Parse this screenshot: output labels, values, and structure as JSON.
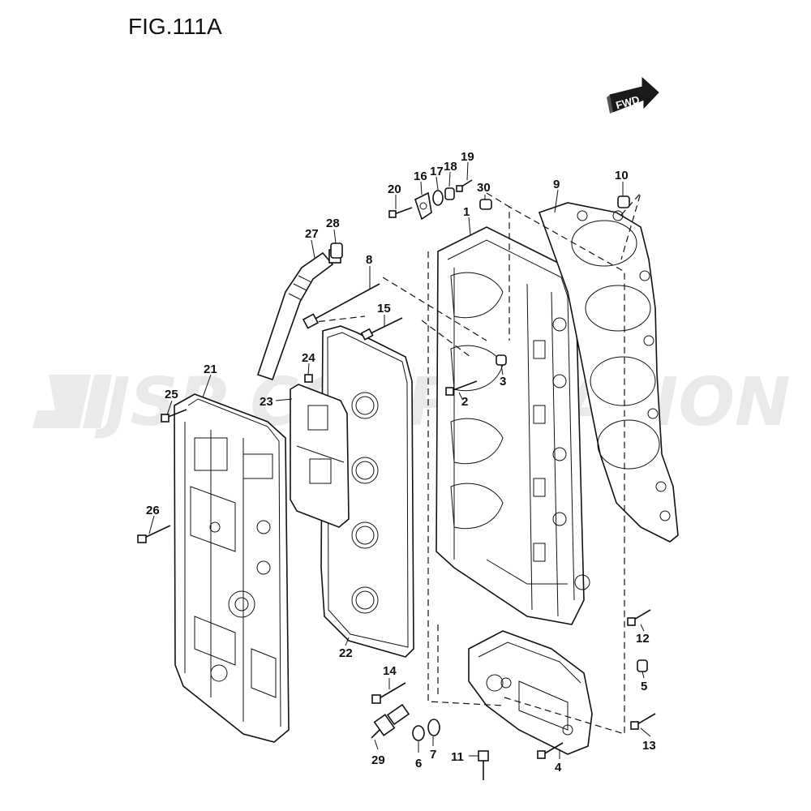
{
  "figure": {
    "title": "FIG.111A"
  },
  "direction_badge": {
    "label": "FWD"
  },
  "watermark": {
    "text": "JSP CORPORATION"
  },
  "callouts": [
    {
      "id": "c1",
      "label": "1"
    },
    {
      "id": "c2",
      "label": "2"
    },
    {
      "id": "c3",
      "label": "3"
    },
    {
      "id": "c4",
      "label": "4"
    },
    {
      "id": "c5",
      "label": "5"
    },
    {
      "id": "c6",
      "label": "6"
    },
    {
      "id": "c7",
      "label": "7"
    },
    {
      "id": "c8",
      "label": "8"
    },
    {
      "id": "c9",
      "label": "9"
    },
    {
      "id": "c10",
      "label": "10"
    },
    {
      "id": "c11",
      "label": "11"
    },
    {
      "id": "c12",
      "label": "12"
    },
    {
      "id": "c13",
      "label": "13"
    },
    {
      "id": "c14",
      "label": "14"
    },
    {
      "id": "c15",
      "label": "15"
    },
    {
      "id": "c16",
      "label": "16"
    },
    {
      "id": "c17",
      "label": "17"
    },
    {
      "id": "c18",
      "label": "18"
    },
    {
      "id": "c19",
      "label": "19"
    },
    {
      "id": "c20",
      "label": "20"
    },
    {
      "id": "c21",
      "label": "21"
    },
    {
      "id": "c22",
      "label": "22"
    },
    {
      "id": "c23",
      "label": "23"
    },
    {
      "id": "c24",
      "label": "24"
    },
    {
      "id": "c25",
      "label": "25"
    },
    {
      "id": "c26",
      "label": "26"
    },
    {
      "id": "c27",
      "label": "27"
    },
    {
      "id": "c28",
      "label": "28"
    },
    {
      "id": "c29",
      "label": "29"
    },
    {
      "id": "c30",
      "label": "30"
    }
  ]
}
